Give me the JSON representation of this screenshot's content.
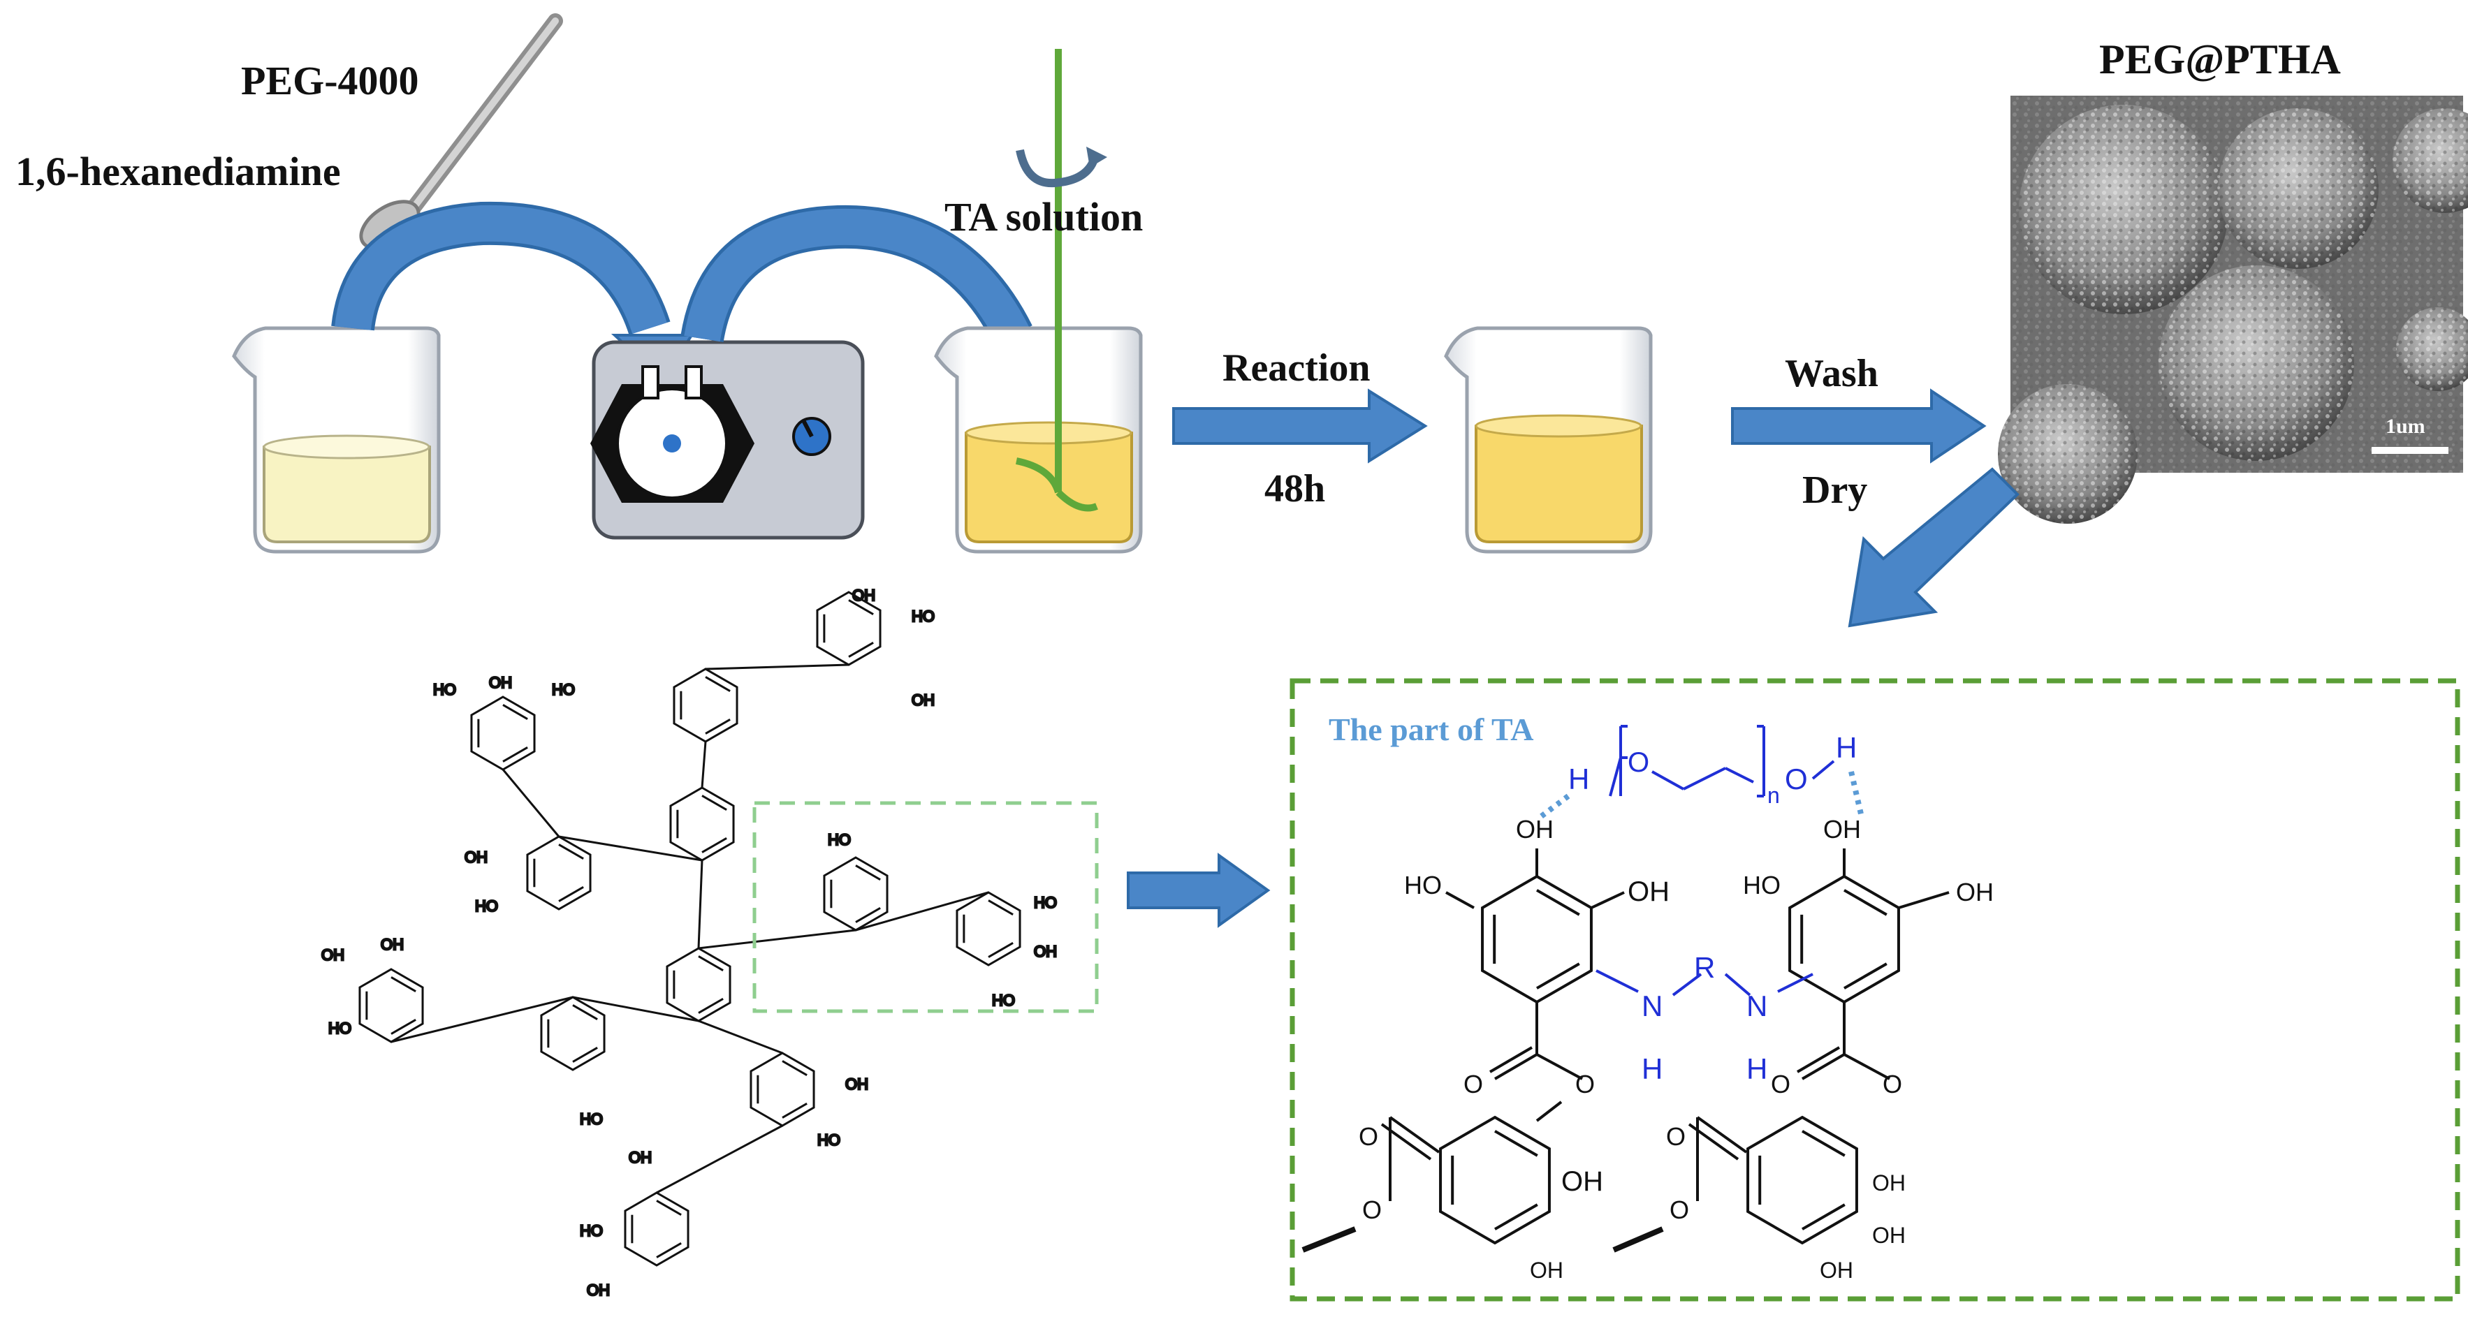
{
  "labels": {
    "peg": "PEG-4000",
    "hexanediamine": "1,6-hexanediamine",
    "ta_solution": "TA solution",
    "reaction": "Reaction",
    "time": "48h",
    "wash": "Wash",
    "dry": "Dry",
    "product": "PEG@PTHA",
    "scale": "1um",
    "part_of_ta": "The part of TA"
  },
  "chem": {
    "oh": "OH",
    "ho": "HO",
    "o": "O",
    "h": "H",
    "n": "N",
    "r": "R",
    "sub_n": "n"
  },
  "colors": {
    "arrow": "#4a86c8",
    "arrow_dark": "#2e6aa8",
    "liquid_pale": "#f8f3c3",
    "liquid_yellow": "#f8d86a",
    "stir_rod": "#5fa83a",
    "dashed_green_light": "#8fce8f",
    "dashed_green_dark": "#5a9e36",
    "blue_text": "#1f2fd6",
    "part_of_ta_text": "#5b9bd5"
  }
}
